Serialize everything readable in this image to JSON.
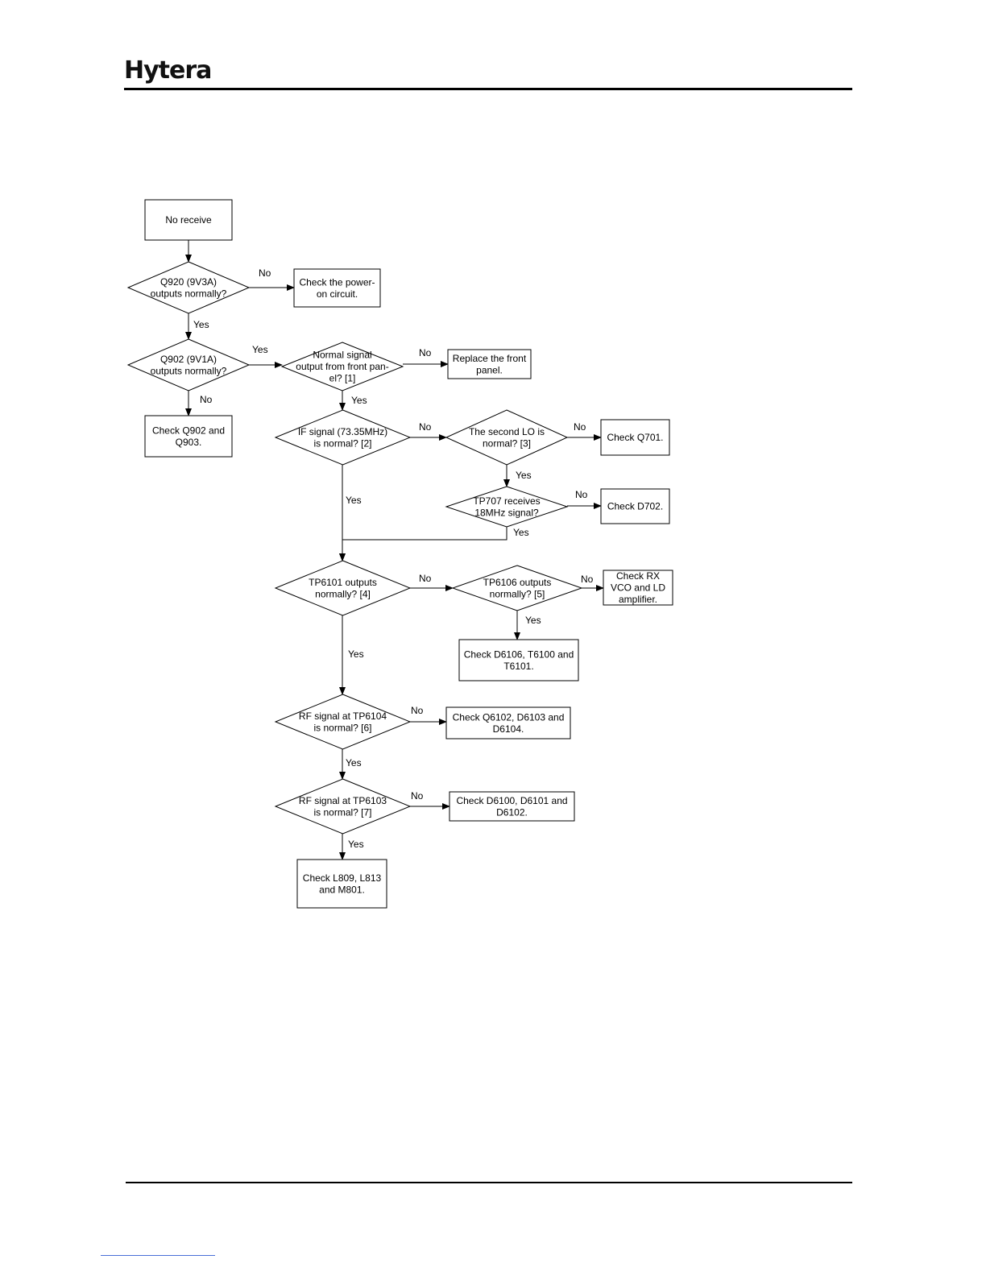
{
  "header": {
    "brand": "Hytera"
  },
  "flowchart": {
    "nodes": [
      {
        "id": "start",
        "type": "process",
        "lines": [
          "No receive"
        ]
      },
      {
        "id": "q920",
        "type": "decision",
        "lines": [
          "Q920 (9V3A)",
          "outputs normally?"
        ]
      },
      {
        "id": "power",
        "type": "process",
        "lines": [
          "Check the power-",
          "on circuit."
        ]
      },
      {
        "id": "q902",
        "type": "decision",
        "lines": [
          "Q902 (9V1A)",
          "outputs normally?"
        ]
      },
      {
        "id": "chk902",
        "type": "process",
        "lines": [
          "Check Q902 and",
          "Q903."
        ]
      },
      {
        "id": "front",
        "type": "decision",
        "lines": [
          "Normal signal",
          "output from front pan-",
          "el? [1]"
        ]
      },
      {
        "id": "replace",
        "type": "process",
        "lines": [
          "Replace the front",
          "panel."
        ]
      },
      {
        "id": "ifsig",
        "type": "decision",
        "lines": [
          "IF signal (73.35MHz)",
          "is normal? [2]"
        ]
      },
      {
        "id": "lo2",
        "type": "decision",
        "lines": [
          "The second LO is",
          "normal? [3]"
        ]
      },
      {
        "id": "q701",
        "type": "process",
        "lines": [
          "Check Q701."
        ]
      },
      {
        "id": "tp707",
        "type": "decision",
        "lines": [
          "TP707 receives",
          "18MHz signal?"
        ]
      },
      {
        "id": "d702",
        "type": "process",
        "lines": [
          "Check D702."
        ]
      },
      {
        "id": "tp6101",
        "type": "decision",
        "lines": [
          "TP6101 outputs",
          "normally? [4]"
        ]
      },
      {
        "id": "tp6106",
        "type": "decision",
        "lines": [
          "TP6106 outputs",
          "normally? [5]"
        ]
      },
      {
        "id": "rxvco",
        "type": "process",
        "lines": [
          "Check RX",
          "VCO and LD",
          "amplifier."
        ]
      },
      {
        "id": "d6106",
        "type": "process",
        "lines": [
          "Check D6106, T6100 and",
          "T6101."
        ]
      },
      {
        "id": "tp6104",
        "type": "decision",
        "lines": [
          "RF signal at TP6104",
          "is normal? [6]"
        ]
      },
      {
        "id": "q6102",
        "type": "process",
        "lines": [
          "Check Q6102, D6103 and",
          "D6104."
        ]
      },
      {
        "id": "tp6103",
        "type": "decision",
        "lines": [
          "RF signal at TP6103",
          "is normal? [7]"
        ]
      },
      {
        "id": "d6100",
        "type": "process",
        "lines": [
          "Check D6100, D6101 and",
          "D6102."
        ]
      },
      {
        "id": "l809",
        "type": "process",
        "lines": [
          "Check L809, L813",
          "and M801."
        ]
      }
    ],
    "edges": [
      {
        "from": "start",
        "to": "q920",
        "label": ""
      },
      {
        "from": "q920",
        "to": "power",
        "label": "No"
      },
      {
        "from": "q920",
        "to": "q902",
        "label": "Yes"
      },
      {
        "from": "q902",
        "to": "front",
        "label": "Yes"
      },
      {
        "from": "q902",
        "to": "chk902",
        "label": "No"
      },
      {
        "from": "front",
        "to": "replace",
        "label": "No"
      },
      {
        "from": "front",
        "to": "ifsig",
        "label": "Yes"
      },
      {
        "from": "ifsig",
        "to": "lo2",
        "label": "No"
      },
      {
        "from": "lo2",
        "to": "q701",
        "label": "No"
      },
      {
        "from": "lo2",
        "to": "tp707",
        "label": "Yes"
      },
      {
        "from": "tp707",
        "to": "d702",
        "label": "No"
      },
      {
        "from": "tp707",
        "to": "tp6101",
        "label": "Yes"
      },
      {
        "from": "ifsig",
        "to": "tp6101",
        "label": "Yes"
      },
      {
        "from": "tp6101",
        "to": "tp6106",
        "label": "No"
      },
      {
        "from": "tp6106",
        "to": "rxvco",
        "label": "No"
      },
      {
        "from": "tp6106",
        "to": "d6106",
        "label": "Yes"
      },
      {
        "from": "tp6101",
        "to": "tp6104",
        "label": "Yes"
      },
      {
        "from": "tp6104",
        "to": "q6102",
        "label": "No"
      },
      {
        "from": "tp6104",
        "to": "tp6103",
        "label": "Yes"
      },
      {
        "from": "tp6103",
        "to": "d6100",
        "label": "No"
      },
      {
        "from": "tp6103",
        "to": "l809",
        "label": "Yes"
      }
    ]
  }
}
